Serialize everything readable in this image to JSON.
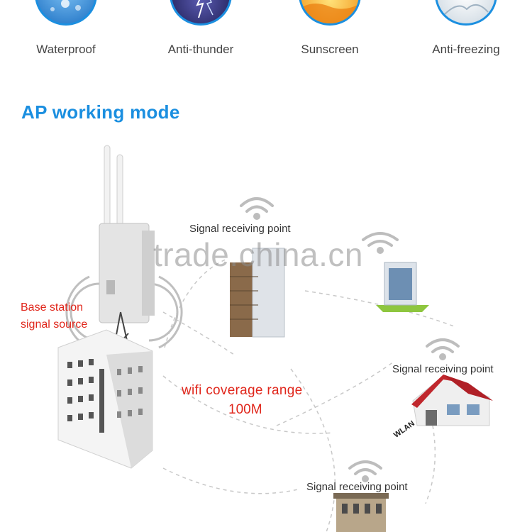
{
  "features": [
    {
      "label": "Waterproof",
      "icon": "water-drop-icon",
      "color": "#2b7fd3"
    },
    {
      "label": "Anti-thunder",
      "icon": "lightning-icon",
      "color": "#2a2a7a"
    },
    {
      "label": "Sunscreen",
      "icon": "sun-icon",
      "color": "#f4a31a"
    },
    {
      "label": "Anti-freezing",
      "icon": "snowflake-icon",
      "color": "#dfe7ee"
    }
  ],
  "section_title": "AP working mode",
  "diagram": {
    "base_station_line1": "Base station",
    "base_station_line2": "signal source",
    "coverage_line1": "wifi coverage range",
    "coverage_line2": "100M",
    "receiving_point_top": "Signal receiving point",
    "receiving_point_right": "Signal receiving point",
    "receiving_point_bottom": "Signal receiving point",
    "wlan_label": "WLAN"
  },
  "watermark": "trade.china.cn",
  "colors": {
    "accent": "#1b8fe0",
    "highlight": "#e0261b"
  }
}
